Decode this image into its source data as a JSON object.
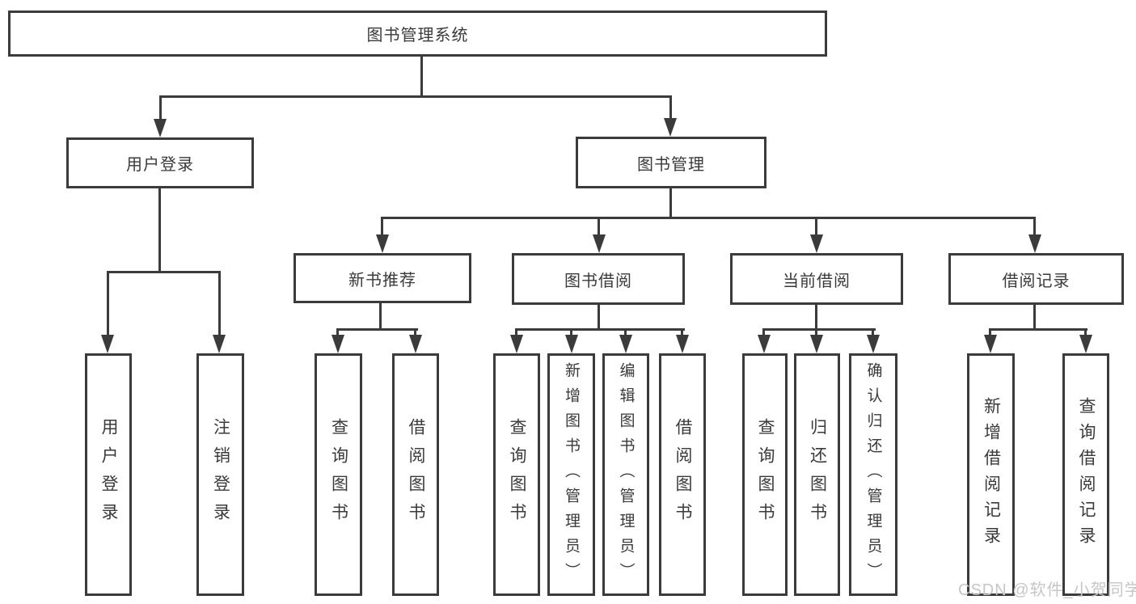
{
  "diagram_title": "图书管理系统",
  "colors": {
    "line": "#3b3b3b",
    "box_border": "#3b3b3b",
    "box_background": "#ffffff",
    "text": "#3a3a3a",
    "watermark": "#c6c6c6"
  },
  "nodes": {
    "root": {
      "label": "图书管理系统"
    },
    "level2": [
      {
        "label": "用户登录"
      },
      {
        "label": "图书管理"
      }
    ],
    "level3": [
      {
        "label": "新书推荐"
      },
      {
        "label": "图书借阅"
      },
      {
        "label": "当前借阅"
      },
      {
        "label": "借阅记录"
      }
    ],
    "leaves": [
      {
        "label": "用户登录"
      },
      {
        "label": "注销登录"
      },
      {
        "label": "查询图书"
      },
      {
        "label": "借阅图书"
      },
      {
        "label": "查询图书"
      },
      {
        "label": "新增图书（管理员）"
      },
      {
        "label": "编辑图书（管理员）"
      },
      {
        "label": "借阅图书"
      },
      {
        "label": "查询图书"
      },
      {
        "label": "归还图书"
      },
      {
        "label": "确认归还（管理员）"
      },
      {
        "label": "新增借阅记录"
      },
      {
        "label": "查询借阅记录"
      }
    ]
  },
  "watermark": {
    "text": "CSDN @软件_小贺同学"
  }
}
